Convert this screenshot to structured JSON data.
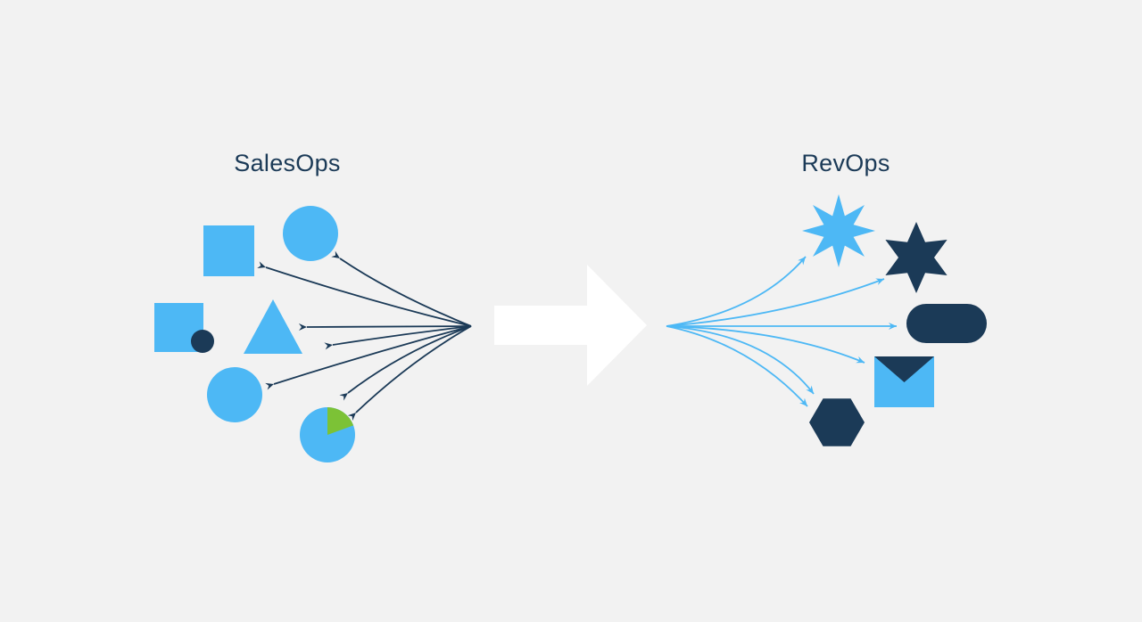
{
  "diagram": {
    "left_group": {
      "title": "SalesOps",
      "description": "Scattered, disconnected shapes with arrows pointing outward from a single point",
      "shapes": [
        {
          "id": "square-top",
          "type": "square",
          "color": "light_blue"
        },
        {
          "id": "circle-top",
          "type": "circle",
          "color": "light_blue"
        },
        {
          "id": "square-left",
          "type": "square",
          "color": "light_blue"
        },
        {
          "id": "dot",
          "type": "circle",
          "color": "dark_navy"
        },
        {
          "id": "triangle",
          "type": "triangle",
          "color": "light_blue"
        },
        {
          "id": "circle-bottom",
          "type": "circle",
          "color": "light_blue"
        },
        {
          "id": "pie",
          "type": "pie",
          "color": "light_blue",
          "accent_slice_color": "green",
          "accent_slice_fraction": 0.2
        }
      ],
      "arrow_count": 7,
      "arrow_color": "dark_navy"
    },
    "transition_arrow": {
      "direction": "right",
      "color": "white"
    },
    "right_group": {
      "title": "RevOps",
      "description": "Arrows fanning out from a single point to organized shapes",
      "shapes": [
        {
          "id": "star-8",
          "type": "8-point-star",
          "color": "light_blue"
        },
        {
          "id": "star-6",
          "type": "6-point-star",
          "color": "dark_navy"
        },
        {
          "id": "pill",
          "type": "rounded-rectangle",
          "color": "dark_navy"
        },
        {
          "id": "envelope",
          "type": "envelope",
          "color": "light_blue",
          "flap_color": "dark_navy"
        },
        {
          "id": "hexagon",
          "type": "hexagon",
          "color": "dark_navy"
        }
      ],
      "arrow_count": 6,
      "arrow_color": "light_blue"
    }
  },
  "colors": {
    "background": "#f2f2f2",
    "light_blue": "#4db8f5",
    "dark_navy": "#1b3a57",
    "green": "#7cc236",
    "white": "#ffffff",
    "title": "#1b3a57"
  }
}
